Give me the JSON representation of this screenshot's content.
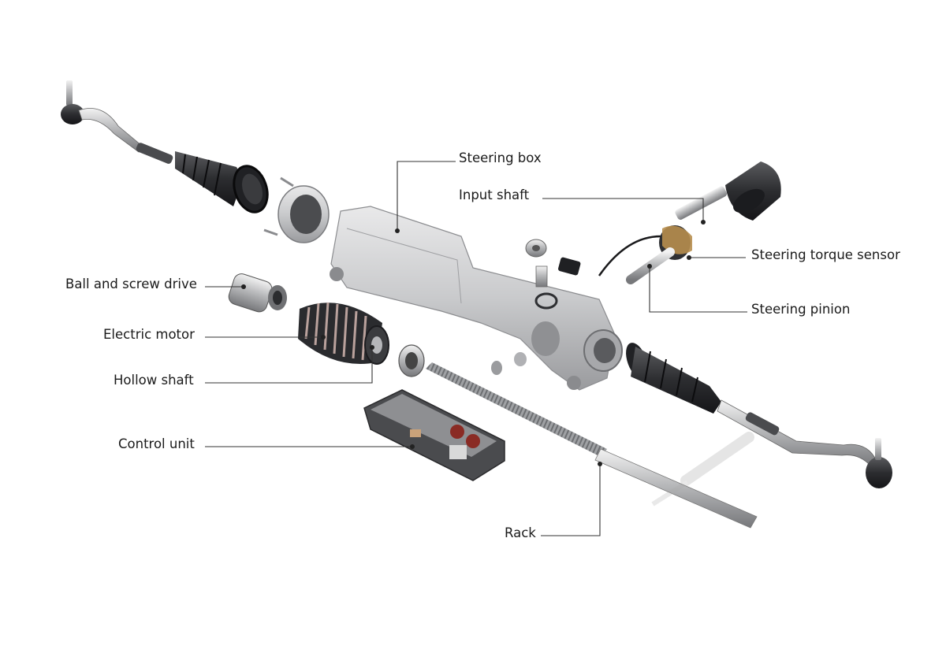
{
  "labels": {
    "steering_box": "Steering box",
    "input_shaft": "Input shaft",
    "steering_torque_sensor": "Steering torque sensor",
    "steering_pinion": "Steering pinion",
    "ball_and_screw_drive": "Ball and screw drive",
    "electric_motor": "Electric motor",
    "hollow_shaft": "Hollow shaft",
    "control_unit": "Control unit",
    "rack": "Rack"
  }
}
